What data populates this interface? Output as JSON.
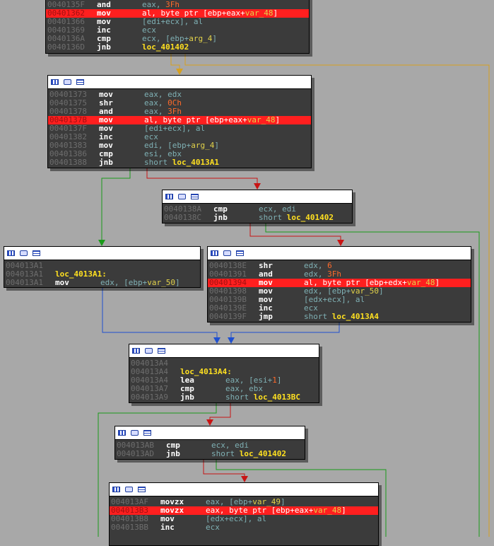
{
  "colors": {
    "background": "#a8a8a8",
    "node_bg": "#3b3b3b",
    "highlight": "#ff1f1f",
    "edge_true": "#1a9a1a",
    "edge_false": "#c81414",
    "edge_jump": "#1f50d0",
    "edge_back": "#d6a020"
  },
  "header_icons": [
    "graph-overview-icon",
    "node-color-icon",
    "text-view-icon"
  ],
  "nodes": [
    {
      "id": "block-401360",
      "lines": [
        {
          "addr": "0040135F",
          "mn": "and",
          "ops": [
            {
              "t": "eax, "
            },
            {
              "t": "3Fh",
              "k": "num"
            }
          ]
        },
        {
          "addr": "00401362",
          "mn": "mov",
          "sel": true,
          "ops": [
            {
              "t": "al, byte ptr [ebp+eax+"
            },
            {
              "t": "var_48",
              "k": "var"
            },
            {
              "t": "]"
            }
          ]
        },
        {
          "addr": "00401366",
          "mn": "mov",
          "ops": [
            {
              "t": "[edi+ecx], al"
            }
          ]
        },
        {
          "addr": "00401369",
          "mn": "inc",
          "ops": [
            {
              "t": "ecx"
            }
          ]
        },
        {
          "addr": "0040136A",
          "mn": "cmp",
          "ops": [
            {
              "t": "ecx, [ebp+"
            },
            {
              "t": "arg_4",
              "k": "var"
            },
            {
              "t": "]"
            }
          ]
        },
        {
          "addr": "0040136D",
          "mn": "jnb",
          "ops": [
            {
              "t": "loc_401402",
              "k": "loc"
            }
          ]
        }
      ]
    },
    {
      "id": "block-401373",
      "lines": [
        {
          "addr": "00401373",
          "mn": "mov",
          "ops": [
            {
              "t": "eax, edx"
            }
          ]
        },
        {
          "addr": "00401375",
          "mn": "shr",
          "ops": [
            {
              "t": "eax, "
            },
            {
              "t": "0Ch",
              "k": "num"
            }
          ]
        },
        {
          "addr": "00401378",
          "mn": "and",
          "ops": [
            {
              "t": "eax, "
            },
            {
              "t": "3Fh",
              "k": "num"
            }
          ]
        },
        {
          "addr": "0040137B",
          "mn": "mov",
          "sel": true,
          "ops": [
            {
              "t": "al, byte ptr [ebp+eax+"
            },
            {
              "t": "var_48",
              "k": "var"
            },
            {
              "t": "]"
            }
          ]
        },
        {
          "addr": "0040137F",
          "mn": "mov",
          "ops": [
            {
              "t": "[edi+ecx], al"
            }
          ]
        },
        {
          "addr": "00401382",
          "mn": "inc",
          "ops": [
            {
              "t": "ecx"
            }
          ]
        },
        {
          "addr": "00401383",
          "mn": "mov",
          "ops": [
            {
              "t": "edi, [ebp+"
            },
            {
              "t": "arg_4",
              "k": "var"
            },
            {
              "t": "]"
            }
          ]
        },
        {
          "addr": "00401386",
          "mn": "cmp",
          "ops": [
            {
              "t": "esi, ebx"
            }
          ]
        },
        {
          "addr": "00401388",
          "mn": "jnb",
          "ops": [
            {
              "t": "short "
            },
            {
              "t": "loc_4013A1",
              "k": "loc"
            }
          ]
        }
      ]
    },
    {
      "id": "block-40138A",
      "lines": [
        {
          "addr": "0040138A",
          "mn": "cmp",
          "ops": [
            {
              "t": "ecx, edi"
            }
          ]
        },
        {
          "addr": "0040138C",
          "mn": "jnb",
          "ops": [
            {
              "t": "short "
            },
            {
              "t": "loc_401402",
              "k": "loc"
            }
          ]
        }
      ]
    },
    {
      "id": "block-4013A1",
      "lines": [
        {
          "addr": "004013A1",
          "mn": "",
          "ops": []
        },
        {
          "addr": "004013A1",
          "label": "loc_4013A1:"
        },
        {
          "addr": "004013A1",
          "mn": "mov",
          "ops": [
            {
              "t": "edx, [ebp+"
            },
            {
              "t": "var_50",
              "k": "var"
            },
            {
              "t": "]"
            }
          ]
        }
      ]
    },
    {
      "id": "block-40138E",
      "lines": [
        {
          "addr": "0040138E",
          "mn": "shr",
          "ops": [
            {
              "t": "edx, "
            },
            {
              "t": "6",
              "k": "num"
            }
          ]
        },
        {
          "addr": "00401391",
          "mn": "and",
          "ops": [
            {
              "t": "edx, "
            },
            {
              "t": "3Fh",
              "k": "num"
            }
          ]
        },
        {
          "addr": "00401394",
          "mn": "mov",
          "sel": true,
          "ops": [
            {
              "t": "al, byte ptr [ebp+edx+"
            },
            {
              "t": "var_48",
              "k": "var"
            },
            {
              "t": "]"
            }
          ]
        },
        {
          "addr": "00401398",
          "mn": "mov",
          "ops": [
            {
              "t": "edx, [ebp+"
            },
            {
              "t": "var_50",
              "k": "var"
            },
            {
              "t": "]"
            }
          ]
        },
        {
          "addr": "0040139B",
          "mn": "mov",
          "ops": [
            {
              "t": "[edx+ecx], al"
            }
          ]
        },
        {
          "addr": "0040139E",
          "mn": "inc",
          "ops": [
            {
              "t": "ecx"
            }
          ]
        },
        {
          "addr": "0040139F",
          "mn": "jmp",
          "ops": [
            {
              "t": "short "
            },
            {
              "t": "loc_4013A4",
              "k": "loc"
            }
          ]
        }
      ]
    },
    {
      "id": "block-4013A4",
      "lines": [
        {
          "addr": "004013A4",
          "mn": "",
          "ops": []
        },
        {
          "addr": "004013A4",
          "label": "loc_4013A4:"
        },
        {
          "addr": "004013A4",
          "mn": "lea",
          "ops": [
            {
              "t": "eax, [esi+"
            },
            {
              "t": "1",
              "k": "num"
            },
            {
              "t": "]"
            }
          ]
        },
        {
          "addr": "004013A7",
          "mn": "cmp",
          "ops": [
            {
              "t": "eax, ebx"
            }
          ]
        },
        {
          "addr": "004013A9",
          "mn": "jnb",
          "ops": [
            {
              "t": "short "
            },
            {
              "t": "loc_4013BC",
              "k": "loc"
            }
          ]
        }
      ]
    },
    {
      "id": "block-4013AB",
      "lines": [
        {
          "addr": "004013AB",
          "mn": "cmp",
          "ops": [
            {
              "t": "ecx, edi"
            }
          ]
        },
        {
          "addr": "004013AD",
          "mn": "jnb",
          "ops": [
            {
              "t": "short "
            },
            {
              "t": "loc_401402",
              "k": "loc"
            }
          ]
        }
      ]
    },
    {
      "id": "block-4013AF",
      "lines": [
        {
          "addr": "004013AF",
          "mn": "movzx",
          "ops": [
            {
              "t": "eax, [ebp+"
            },
            {
              "t": "var_49",
              "k": "var"
            },
            {
              "t": "]"
            }
          ]
        },
        {
          "addr": "004013B3",
          "mn": "movzx",
          "sel": true,
          "ops": [
            {
              "t": "eax, byte ptr [ebp+eax+"
            },
            {
              "t": "var_48",
              "k": "var"
            },
            {
              "t": "]"
            }
          ]
        },
        {
          "addr": "004013B8",
          "mn": "mov",
          "ops": [
            {
              "t": "[edx+ecx], al"
            }
          ]
        },
        {
          "addr": "004013BB",
          "mn": "inc",
          "ops": [
            {
              "t": "ecx"
            }
          ]
        }
      ]
    }
  ]
}
